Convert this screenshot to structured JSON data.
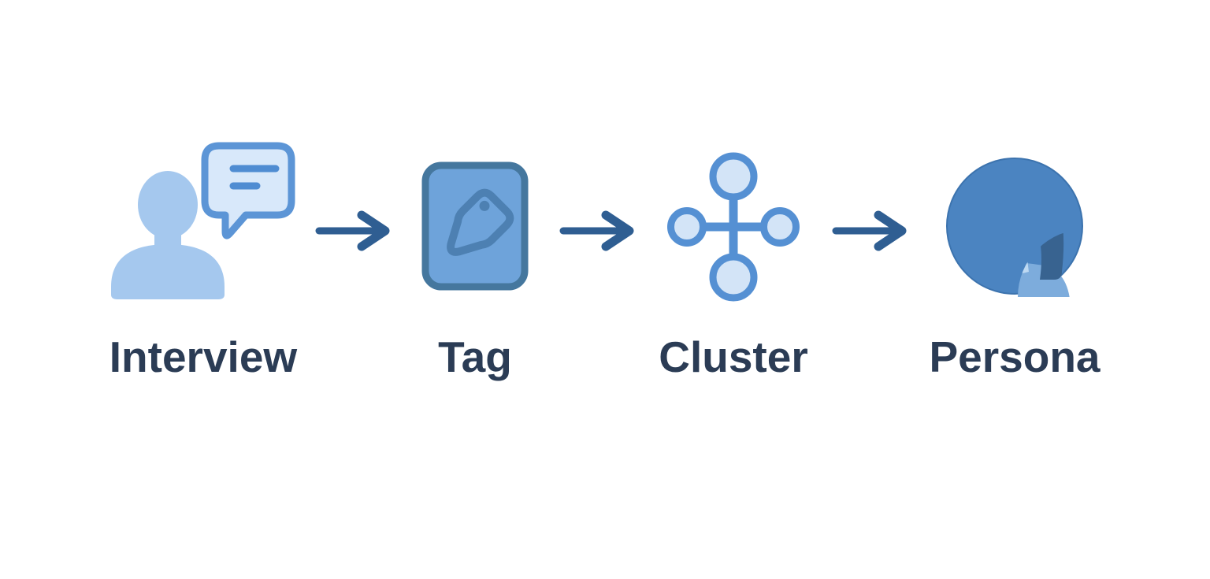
{
  "diagram": {
    "title": "Interview to Persona workflow",
    "type": "flow",
    "direction": "left-to-right",
    "connector_icon": "arrow-right-icon",
    "steps": [
      {
        "label": "Interview",
        "icon": "person-speech-bubble-icon"
      },
      {
        "label": "Tag",
        "icon": "tag-card-icon"
      },
      {
        "label": "Cluster",
        "icon": "cluster-nodes-icon"
      },
      {
        "label": "Persona",
        "icon": "persona-avatar-icon"
      }
    ],
    "colors": {
      "label_text": "#2b3c55",
      "arrow": "#2f5e92",
      "light_blue": "#a5c8ee",
      "pale_blue": "#d8e8fa",
      "bubble_border": "#5c95d6",
      "bubble_line": "#4f8cd2",
      "medium_blue": "#6ea3da",
      "card_border": "#45779e",
      "tag_glyph": "#4d80b2",
      "cluster_fill": "#d3e4f7",
      "cluster_stroke": "#5590d3",
      "avatar_bg": "#4b84c1",
      "avatar_rim": "#3c73ae",
      "avatar_hair": "#386390",
      "avatar_face": "#bed9f2",
      "avatar_shoulders": "#7dacdc",
      "canvas_bg": "#ffffff"
    }
  }
}
